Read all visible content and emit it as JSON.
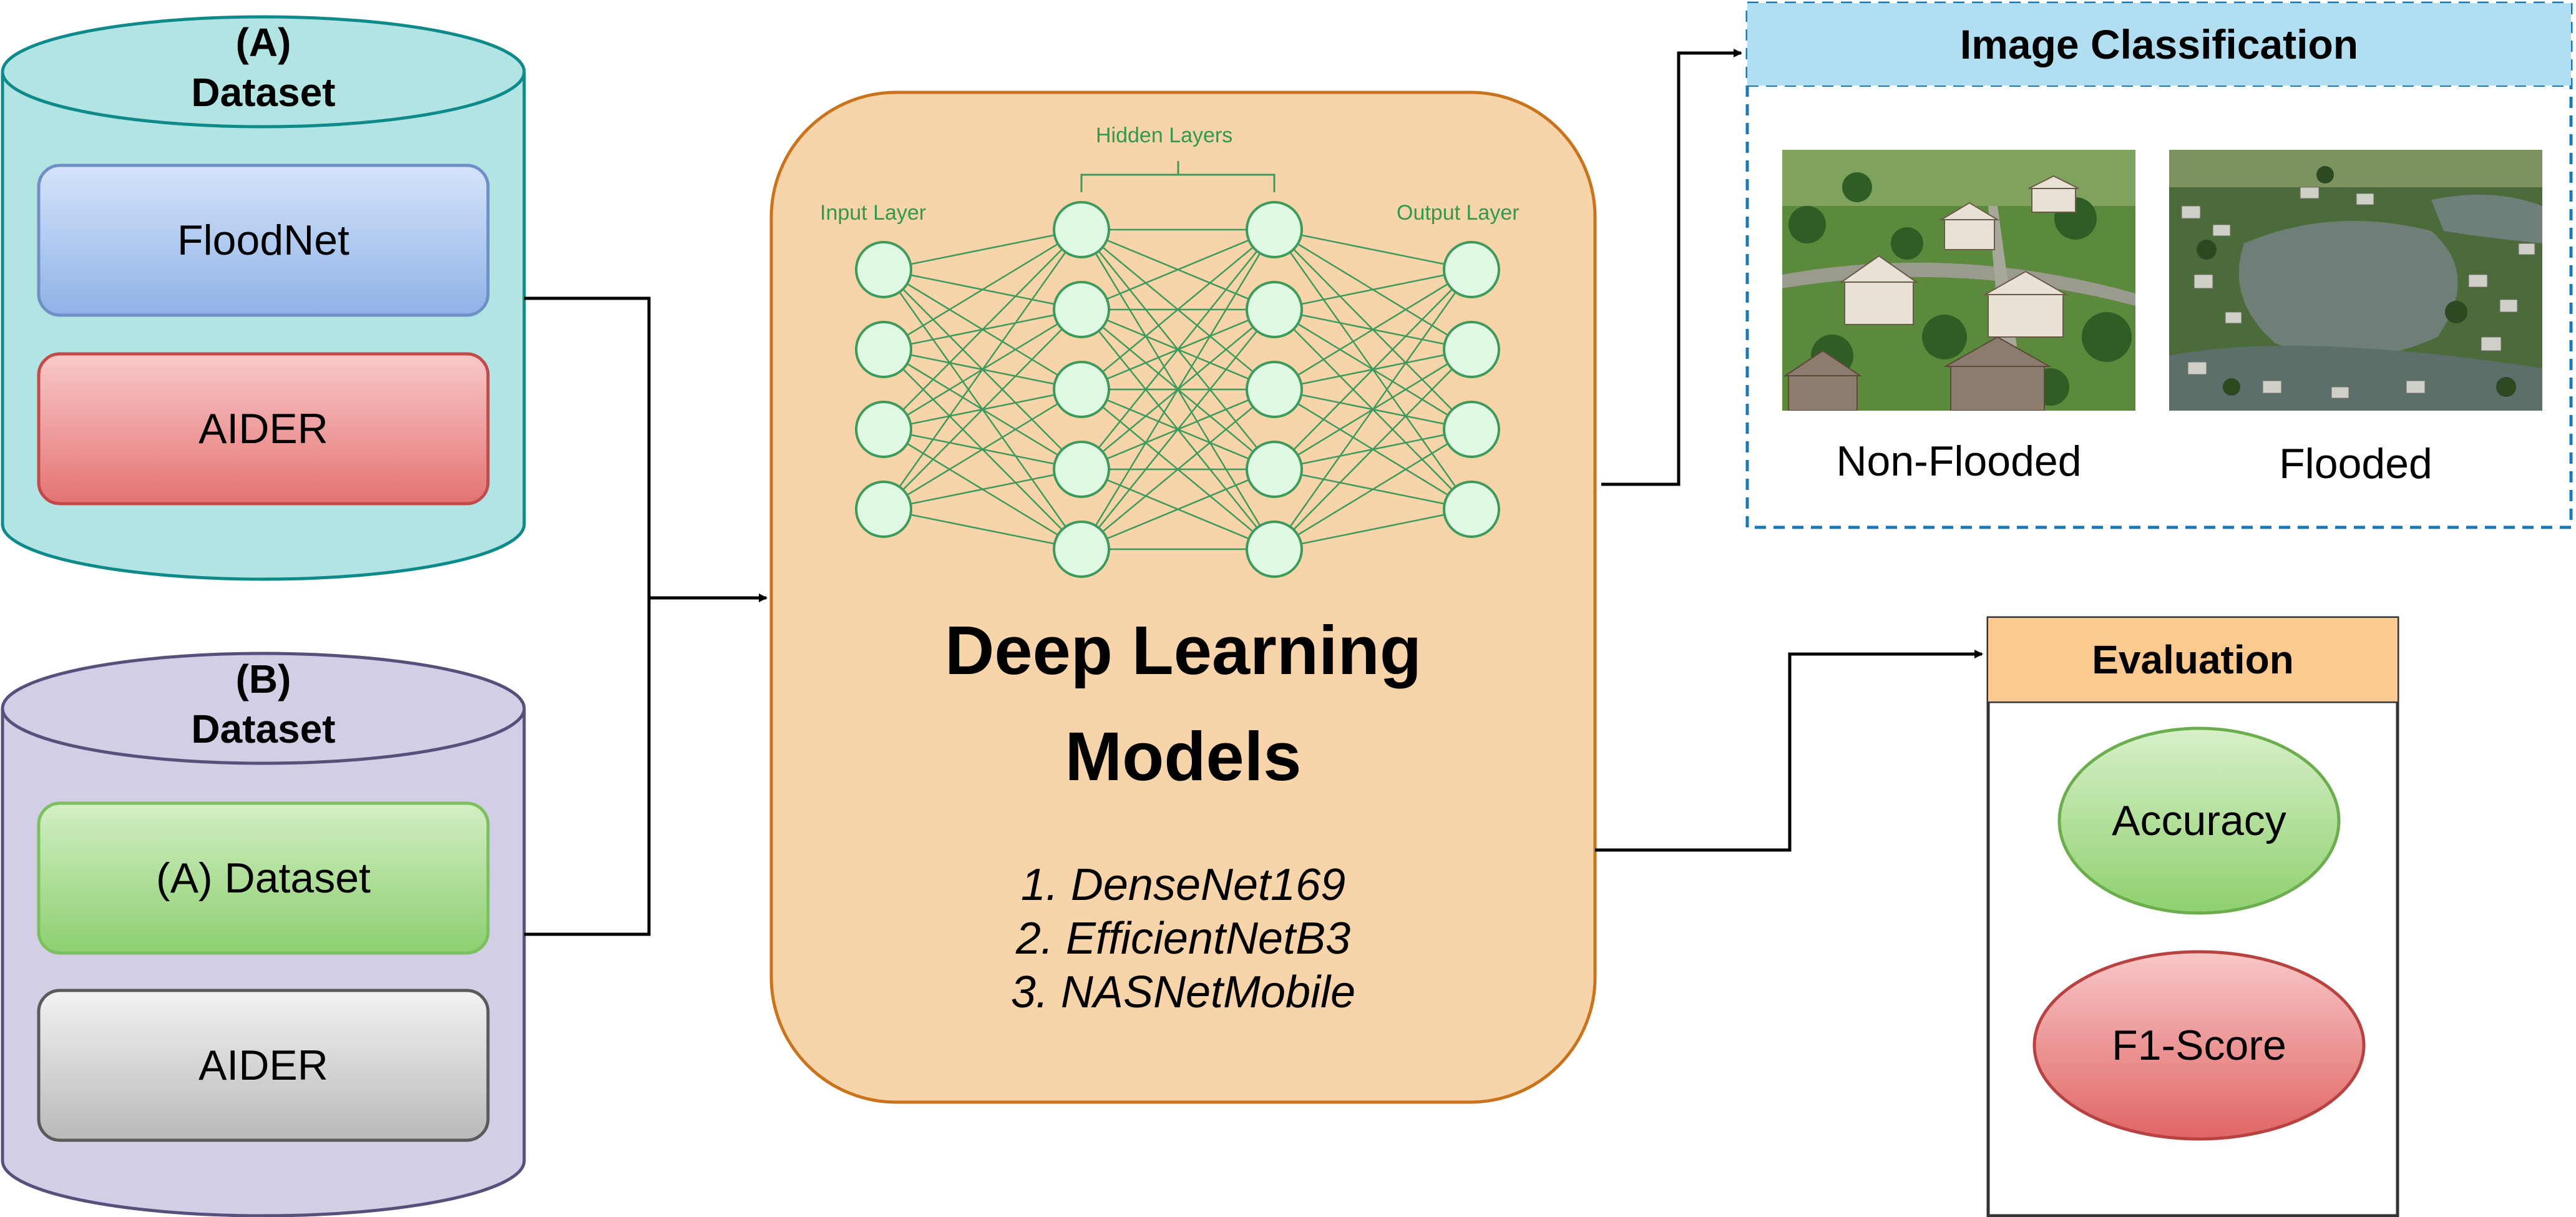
{
  "dataset_a": {
    "label": "(A)",
    "title": "Dataset",
    "items": [
      "FloodNet",
      "AIDER"
    ]
  },
  "dataset_b": {
    "label": "(B)",
    "title": "Dataset",
    "items": [
      "(A) Dataset",
      "AIDER"
    ]
  },
  "network": {
    "hidden_label": "Hidden Layers",
    "input_label": "Input Layer",
    "output_label": "Output Layer"
  },
  "models": {
    "title_line1": "Deep Learning",
    "title_line2": "Models",
    "items": [
      "1.  DenseNet169",
      "2.  EfficientNetB3",
      "3. NASNetMobile"
    ]
  },
  "classification": {
    "title": "Image Classification",
    "classes": [
      "Non-Flooded",
      "Flooded"
    ]
  },
  "evaluation": {
    "title": "Evaluation",
    "metrics": [
      "Accuracy",
      "F1-Score"
    ]
  },
  "colors": {
    "cyl_a_fill": "#b2e4e3",
    "cyl_a_stroke": "#0e8a8a",
    "cyl_b_fill": "#d1cee6",
    "cyl_b_stroke": "#56507a",
    "floodnet": "#a9c3ed",
    "aider_red": "#ef8e8e",
    "dataset_green": "#a8d993",
    "aider_gray": "#d0d0d0",
    "dl_fill": "#f8d4ab",
    "dl_stroke": "#c9731c",
    "nn_green": "#3d9a5a",
    "ic_header": "#b1def0",
    "ic_border": "#1a79b4",
    "ev_header": "#fcc98f"
  }
}
